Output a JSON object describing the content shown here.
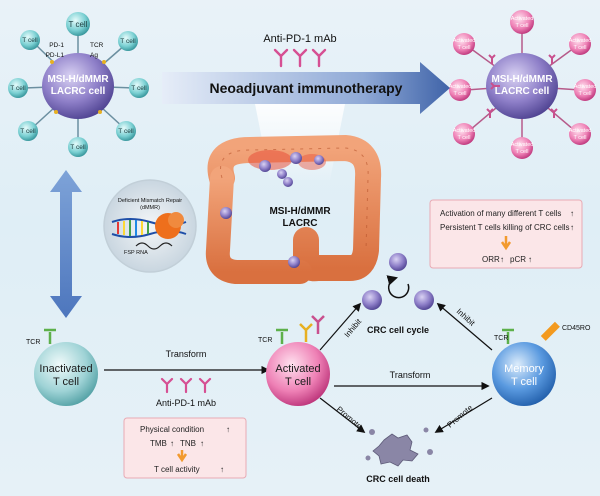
{
  "top_left_cell": {
    "name_line1": "MSI-H/dMMR",
    "name_line2": "LACRC cell",
    "tcell_label": "T cell",
    "pd1": "PD-1",
    "pdl1": "PD-L1",
    "tcr": "TCR",
    "ag": "Ag"
  },
  "top_right_cell": {
    "name_line1": "MSI-H/dMMR",
    "name_line2": "LACRC cell",
    "activated_line1": "Activated",
    "activated_line2": "T cell"
  },
  "drug_top": "Anti-PD-1 mAb",
  "therapy_arrow": "Neoadjuvant immunotherapy",
  "colon_label_line1": "MSI-H/dMMR",
  "colon_label_line2": "LACRC",
  "mmr": {
    "line1": "Deficient Mismatch Repair",
    "line2": "(dMMR)",
    "fsp": "FSP RNA"
  },
  "outcome_box": {
    "line1": "Activation of many different T cells",
    "line2": "Persistent T cells killing of CRC cells",
    "line3": "ORR",
    "line4": "pCR",
    "up": "↑"
  },
  "inactivated": {
    "line1": "Inactivated",
    "line2": "T cell",
    "tcr": "TCR"
  },
  "transform1": "Transform",
  "drug_bottom": "Anti-PD-1 mAb",
  "bottom_box": {
    "line1": "Physical condition",
    "tmb": "TMB",
    "tnb": "TNB",
    "line3": "T cell activity",
    "up": "↑"
  },
  "activated": {
    "line1": "Activated",
    "line2": "T cell",
    "tcr": "TCR"
  },
  "inhibit_left": "Inhibit",
  "inhibit_right": "Inhibit",
  "cycle_label": "CRC cell cycle",
  "transform2": "Transform",
  "promote_left": "Promote",
  "promote_right": "Promote",
  "death_label": "CRC cell death",
  "memory": {
    "line1": "Memory",
    "line2": "T cell",
    "tcr": "TCR",
    "cd45ro": "CD45RO"
  },
  "colors": {
    "tcell_teal": "#4fb3b8",
    "activated_pink": "#e0529a",
    "memory_blue": "#2f78c6",
    "cancer_purple": "#7f6fc0",
    "antibody_pink": "#d64f93",
    "arrow_blue": "#3f63a8"
  }
}
